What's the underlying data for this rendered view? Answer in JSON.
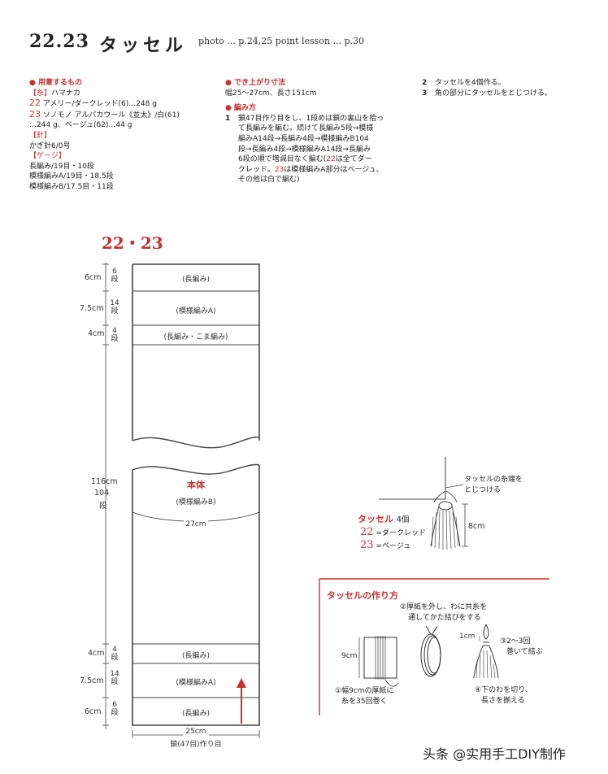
{
  "header": {
    "number": "22.23",
    "title": "タッセル",
    "reference": "photo ... p.24,25  point lesson ... p.30"
  },
  "materials": {
    "heading": "● 用意するもの",
    "yarn_heading": "【糸】",
    "yarn_brand": "ハマナカ",
    "yarn_22_num": "22",
    "yarn_22_text": "アメリー/ダークレッド(6)…248 g",
    "yarn_23_num": "23",
    "yarn_23_text": "ソノモノ アルパカウール《並太》/白(61)",
    "yarn_23_text2": "…244 g、ベージュ(62)…44 g",
    "needle_heading": "【針】",
    "needle": "かぎ針6/0号",
    "gauge_heading": "【ゲージ】",
    "gauge_1": "長編み/19目・10段",
    "gauge_2": "模様編みA/19目・18.5段",
    "gauge_3": "模様編みB/17.5目・11段"
  },
  "finished": {
    "heading": "● でき上がり寸法",
    "size": "幅25～27cm、長さ151cm"
  },
  "method": {
    "heading": "● 編み方",
    "step1_num": "1",
    "step1_l1": "鎖47目作り目をし、1段めは鎖の裏山を拾っ",
    "step1_l2": "て長編みを編む。続けて長編み5段→模様",
    "step1_l3": "編みA14段→長編み4段→模様編みB104",
    "step1_l4": "段→長編み4段→模様編みA14段→長編み",
    "step1_l5a": "6段の順で増減目なく編む(",
    "step1_l5b": "22",
    "step1_l5c": "は全てダー",
    "step1_l6a": "クレッド。",
    "step1_l6b": "23",
    "step1_l6c": "は模様編みA部分はベージュ、",
    "step1_l7": "その他は白で編む)",
    "step2_num": "2",
    "step2": "タッセルを4個作る。",
    "step3_num": "3",
    "step3": "角の部分にタッセルをとじつける。"
  },
  "chart": {
    "title": "22・23",
    "sections_top": [
      {
        "cm": "6cm",
        "rows": "6段",
        "label": "(長編み)"
      },
      {
        "cm": "7.5cm",
        "rows": "14段",
        "label": "(模様編みA)"
      },
      {
        "cm": "4cm",
        "rows": "4段",
        "label": "(長編み・こま編み)"
      }
    ],
    "body_label": "本体",
    "body_pattern": "(模様編みB)",
    "body_cm": "116cm",
    "body_rows_num": "104",
    "body_rows_unit": "段",
    "width_27": "27cm",
    "sections_bottom": [
      {
        "cm": "4cm",
        "rows": "4段",
        "label": "(長編み)"
      },
      {
        "cm": "7.5cm",
        "rows": "14段",
        "label": "(模様編みA)"
      },
      {
        "cm": "6cm",
        "rows": "6段",
        "label": "(長編み)"
      }
    ],
    "width_25": "25cm",
    "foundation": "鎖(47目)作り目"
  },
  "tassel": {
    "attach_note_1": "タッセルの糸端を",
    "attach_note_2": "とじつける",
    "length": "8cm",
    "title": "タッセル",
    "count": "4個",
    "c22_num": "22",
    "c22_color": "=ダークレッド",
    "c23_num": "23",
    "c23_color": "=ベージュ"
  },
  "howto": {
    "title": "タッセルの作り方",
    "step1_l1": "①幅9cmの厚紙に",
    "step1_l2": "糸を35回巻く",
    "card_cm": "9cm",
    "step2_l1": "②厚紙を外し、わに共糸を",
    "step2_l2": "通してかた結びをする",
    "step3_cm": "1cm",
    "step3_l1": "③2～3回",
    "step3_l2": "巻いて結ぶ",
    "step4_l1": "④下のわを切り、",
    "step4_l2": "長さを揃える"
  },
  "watermark": "头条 @实用手工DIY制作",
  "colors": {
    "accent": "#c62f2f"
  }
}
